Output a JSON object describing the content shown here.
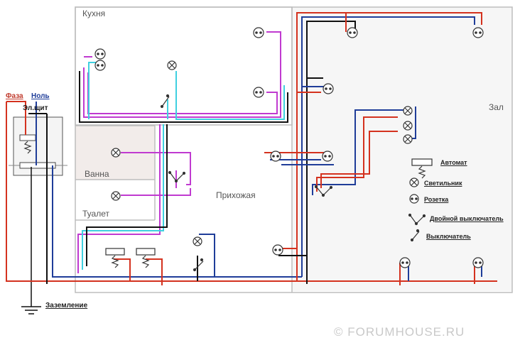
{
  "rooms": {
    "kitchen": "Кухня",
    "bath": "Ванна",
    "toilet": "Туалет",
    "hallway": "Прихожая",
    "hall": "Зал"
  },
  "supply": {
    "phase": "Фаза",
    "neutral": "Ноль",
    "panel": "Эл.щит",
    "ground": "Заземление"
  },
  "legend": {
    "breaker": "Автомат",
    "lamp": "Светильник",
    "socket": "Розетка",
    "double_switch": "Двойной выключатель",
    "switch": "Выключатель"
  },
  "colors": {
    "phase": "#d4321f",
    "neutral": "#1f3d99",
    "kitchen_pink": "#c03ad0",
    "kitchen_cyan": "#3fd0e0",
    "ground": "#111111"
  },
  "watermark": "© FORUMHOUSE.RU"
}
